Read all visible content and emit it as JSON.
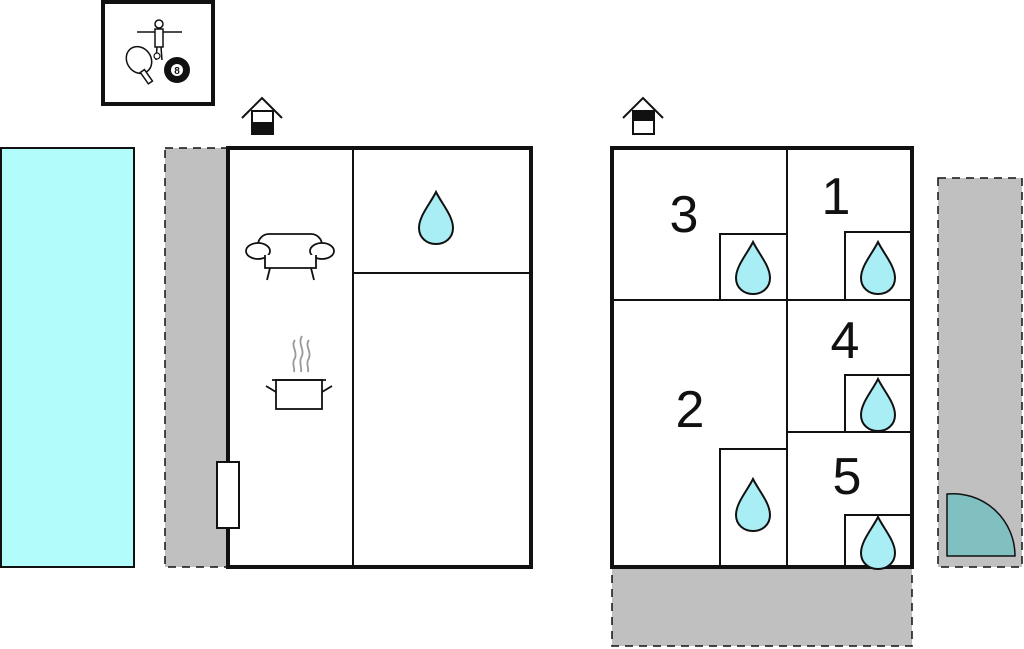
{
  "colors": {
    "pool": "#b2fcfc",
    "water_drop": "#a9eef5",
    "terrace": "#c0c0c0",
    "door_leaf": "#80c0c0",
    "wall": "#111111",
    "background": "#ffffff"
  },
  "icons": {
    "games_room": "games-table-tennis-billiards-icon",
    "house_entrance": "house-entrance-icon",
    "living_room": "sofa-icon",
    "kitchen": "cooking-pot-icon",
    "bathroom": "water-drop-icon",
    "door": "door-swing-icon"
  },
  "rooms": {
    "bedroom_1": "1",
    "bedroom_2": "2",
    "bedroom_3": "3",
    "bedroom_4": "4",
    "bedroom_5": "5"
  }
}
